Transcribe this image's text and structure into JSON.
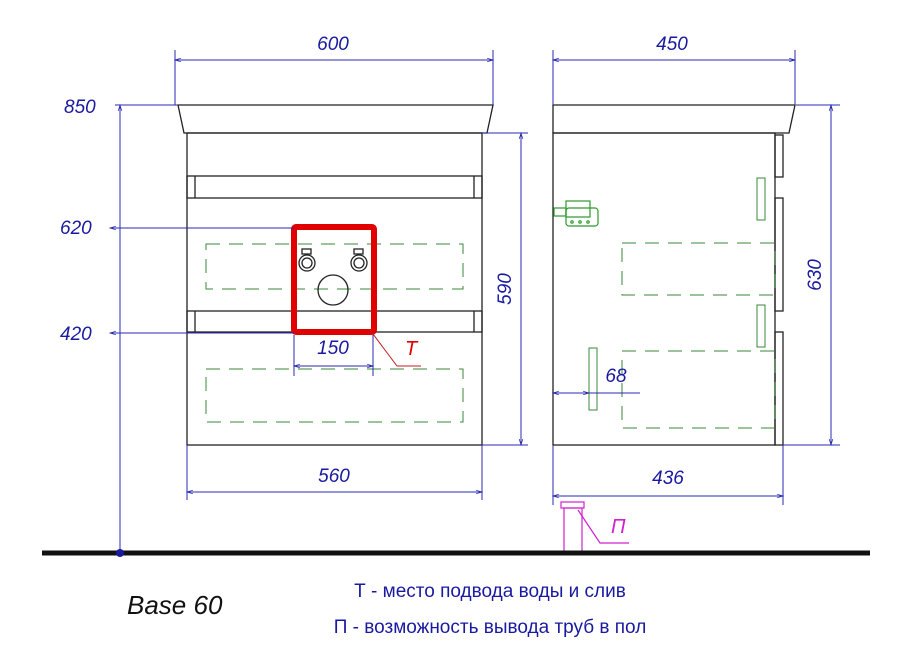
{
  "title": "Base 60",
  "dimensions": {
    "front_width_top": "600",
    "side_depth_top": "450",
    "total_height": "850",
    "pipe_top": "620",
    "pipe_bottom": "420",
    "cabinet_height": "590",
    "pipe_zone_width": "150",
    "front_width_bottom": "560",
    "side_height": "630",
    "floor_pipe_offset": "68",
    "side_depth_bottom": "436"
  },
  "markers": {
    "t": "T",
    "p": "П"
  },
  "legend": [
    "Т - место подвода  воды и слив",
    "П - возможность вывода труб в пол"
  ],
  "colors": {
    "dimension": "#1a1aa0",
    "marker_t": "#e00000",
    "marker_p": "#d020d0",
    "hidden": "#3a8a3a"
  }
}
